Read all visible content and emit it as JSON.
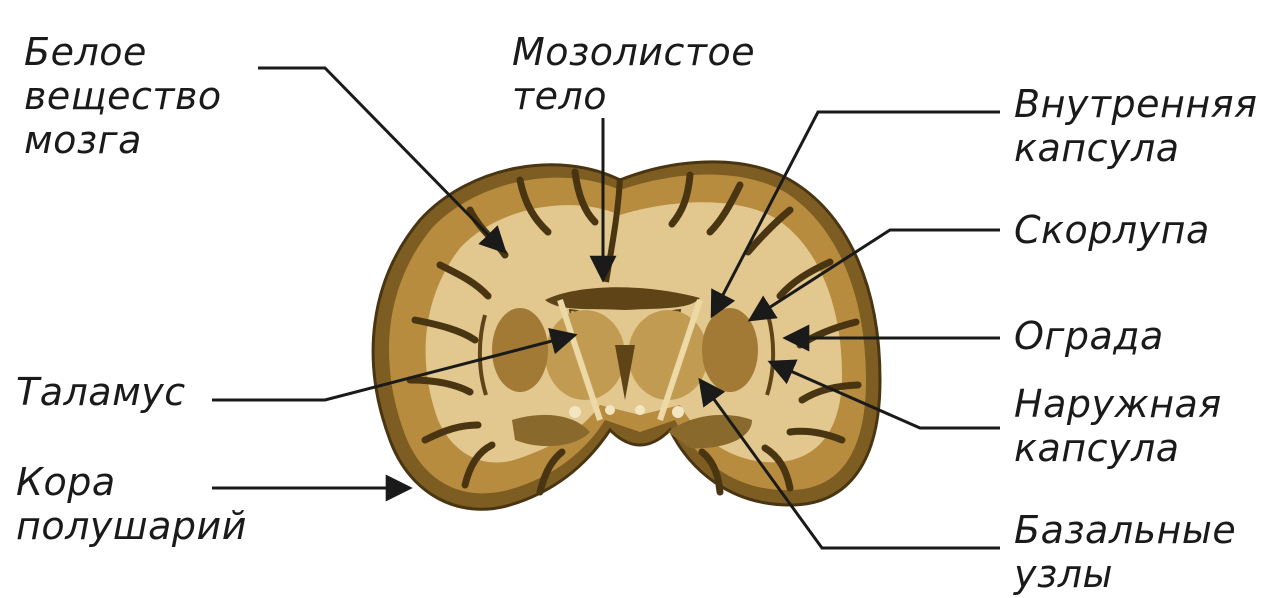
{
  "labels": {
    "white_matter": [
      "Белое",
      "вещество",
      "мозга"
    ],
    "corpus_callosum": [
      "Мозолистое",
      "тело"
    ],
    "internal_capsule": [
      "Внутренняя",
      "капсула"
    ],
    "putamen": [
      "Скорлупа"
    ],
    "claustrum": [
      "Ограда"
    ],
    "external_capsule": [
      "Наружная",
      "капсула"
    ],
    "thalamus": [
      "Таламус"
    ],
    "cortex": [
      "Кора",
      "полушарий"
    ],
    "basal_ganglia": [
      "Базальные",
      "узлы"
    ]
  },
  "colors": {
    "brain_fill": "#c39a4e",
    "gray_matter": "#8a6a2c",
    "sulcus": "#4a3512",
    "white_matter": "#e2c88e",
    "ventricle": "#f2e6c2",
    "leader_line": "#1a1a1a"
  }
}
